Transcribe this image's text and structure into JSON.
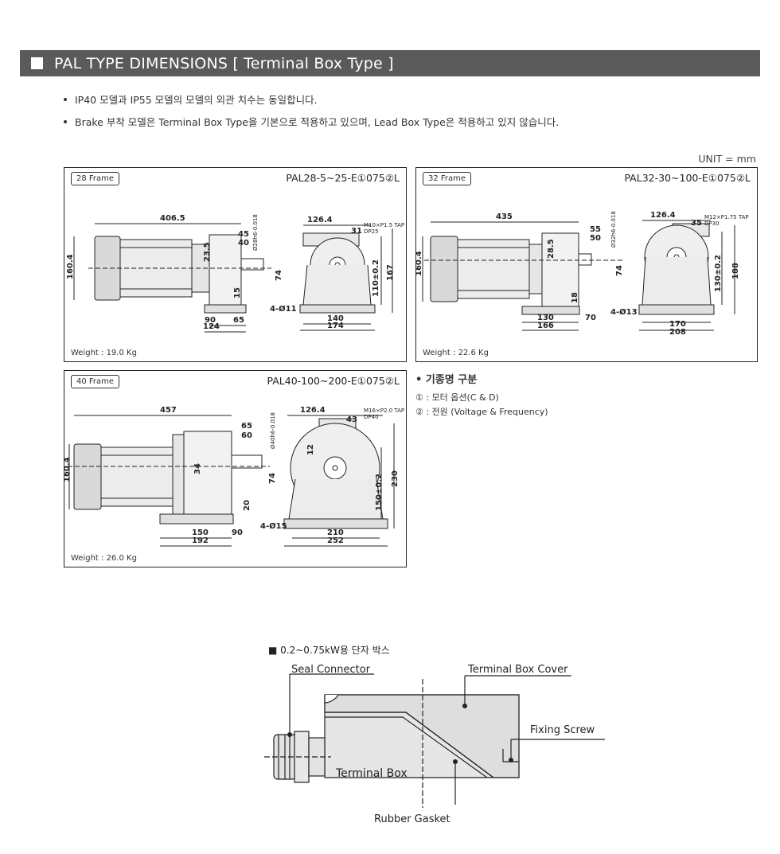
{
  "header": {
    "title": "PAL TYPE DIMENSIONS [ Terminal Box Type ]"
  },
  "notes": [
    "IP40 모델과 IP55 모델의 모델의 외관 치수는 동일합니다.",
    "Brake 부착 모델은 Terminal Box Type을 기본으로 적용하고 있으며, Lead Box Type은 적용하고 있지 않습니다."
  ],
  "unit": "UNIT = mm",
  "frames": [
    {
      "tag": "28 Frame",
      "model": "PAL28-5~25-E①075②L",
      "weight": "Weight : 19.0 Kg",
      "dims": {
        "length": "406.5",
        "height": "160.4",
        "d1": "23.5",
        "d2": "45",
        "d3": "40",
        "shaft": "Ø28h6-0.018",
        "d4": "15",
        "d5": "90",
        "d6": "65",
        "d7": "124",
        "width": "126.4",
        "d8": "31",
        "tap": "M10×P1.5 TAP",
        "tapdp": "DP25",
        "d9": "74",
        "d10": "110±0.2",
        "d11": "167",
        "holes": "4-Ø11",
        "d12": "140",
        "d13": "174"
      }
    },
    {
      "tag": "32 Frame",
      "model": "PAL32-30~100-E①075②L",
      "weight": "Weight : 22.6 Kg",
      "dims": {
        "length": "435",
        "height": "160.4",
        "d1": "28.5",
        "d2": "55",
        "d3": "50",
        "shaft": "Ø32h6-0.018",
        "d4": "18",
        "d5": "130",
        "d6": "70",
        "d7": "166",
        "width": "126.4",
        "d8": "35",
        "tap": "M12×P1.75 TAP",
        "tapdp": "DP30",
        "d9": "74",
        "d10": "130±0.2",
        "d11": "188",
        "holes": "4-Ø13",
        "d12": "170",
        "d13": "208"
      }
    },
    {
      "tag": "40 Frame",
      "model": "PAL40-100~200-E①075②L",
      "weight": "Weight : 26.0 Kg",
      "dims": {
        "length": "457",
        "height": "160.4",
        "d1": "34",
        "d2": "65",
        "d3": "60",
        "shaft": "Ø40h6-0.018",
        "d4": "20",
        "d5": "150",
        "d6": "90",
        "d7": "192",
        "width": "126.4",
        "d8": "43",
        "tap": "M16×P2.0 TAP",
        "tapdp": "DP40",
        "d9": "74",
        "d9b": "12",
        "d10": "150±0.2",
        "d11": "230",
        "holes": "4-Ø15",
        "d12": "210",
        "d13": "252"
      }
    }
  ],
  "legend": {
    "title": "• 기종명 구분",
    "items": [
      "① : 모터 옵션(C & D)",
      "② : 전원 (Voltage & Frequency)"
    ]
  },
  "terminal_box": {
    "title": "■ 0.2~0.75kW용 단자 박스",
    "labels": {
      "seal_connector": "Seal Connector",
      "terminal_box_cover": "Terminal Box Cover",
      "fixing_screw": "Fixing Screw",
      "terminal_box": "Terminal Box",
      "rubber_gasket": "Rubber Gasket"
    }
  }
}
